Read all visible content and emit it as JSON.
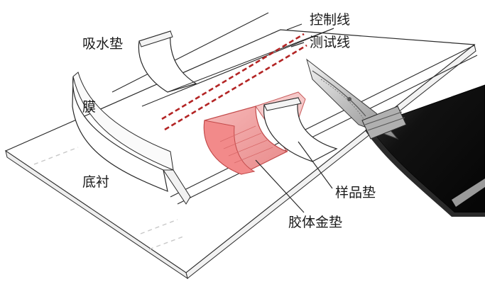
{
  "labels": {
    "absorbent_pad": "吸水垫",
    "control_line": "控制线",
    "test_line": "测试线",
    "membrane": "膜",
    "backing": "底衬",
    "sample_pad": "样品垫",
    "conjugate_pad": "胶体金垫"
  },
  "colors": {
    "outline": "#2a2a2a",
    "line_red": "#b32424",
    "conjugate_pink": "#f0a4a4",
    "conjugate_dark": "#e07070",
    "pen_black": "#151515",
    "nib_silver": "#c9c9c9",
    "guide_dash": "#c8c8c8"
  }
}
